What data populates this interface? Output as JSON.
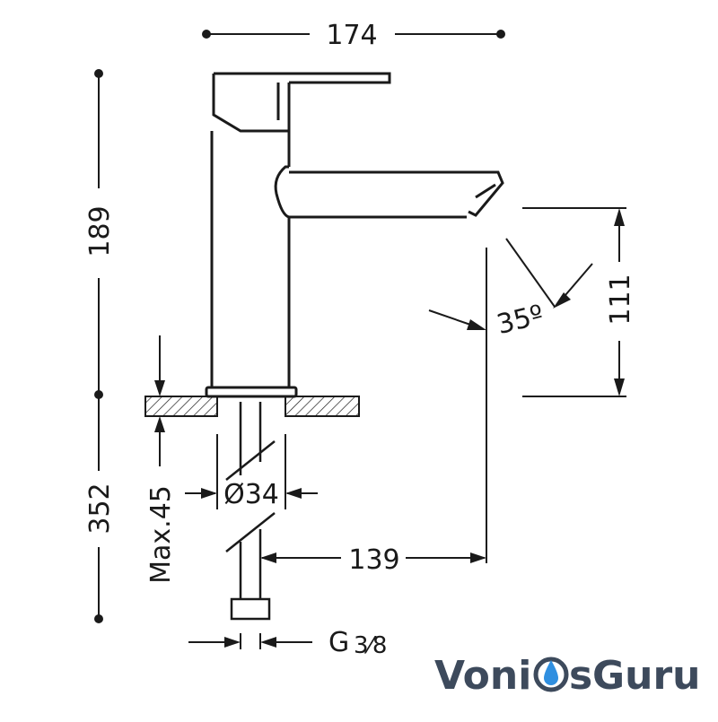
{
  "dimensions": {
    "width_top": "174",
    "height_upper": "189",
    "height_lower": "352",
    "spout_clearance": "111",
    "spout_angle": "35º",
    "hole_diameter": "Ø34",
    "max_thickness": "Max.45",
    "spout_reach": "139",
    "thread_g": "G",
    "thread_size": "3⁄8"
  },
  "brand": {
    "part1": "Voni",
    "part2": "s",
    "part3": "Guru",
    "primary_color": "#3d4a5c",
    "accent_color": "#2f8fe0"
  },
  "colors": {
    "line": "#1a1a1a",
    "background": "#ffffff"
  },
  "icons": {
    "logo_drop": "water-drop-icon"
  }
}
